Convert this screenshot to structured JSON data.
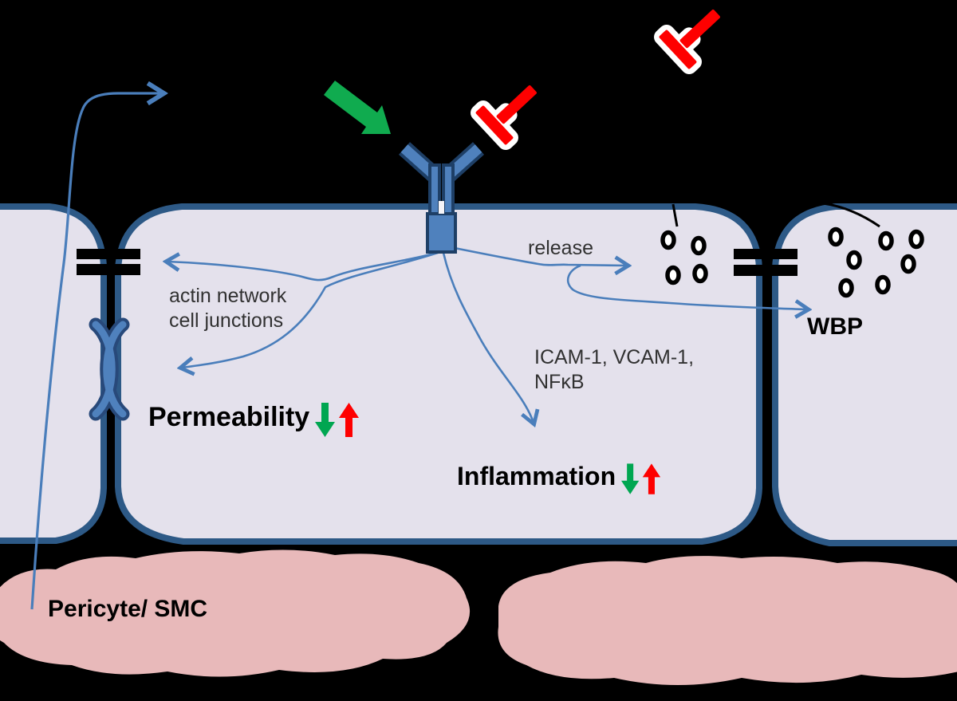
{
  "diagram": {
    "labels": {
      "release": "release",
      "actin_network": "actin network",
      "cell_junctions": "cell junctions",
      "permeability": "Permeability",
      "adhesion_line1": "ICAM-1, VCAM-1,",
      "adhesion_line2": "NFκB",
      "inflammation": "Inflammation",
      "wbp": "WBP",
      "pericyte_smc": "Pericyte/ SMC"
    },
    "indicators": {
      "permeability": [
        "decrease",
        "increase"
      ],
      "inflammation": [
        "decrease",
        "increase"
      ]
    },
    "shapes": {
      "receptor": "membrane-receptor-icon",
      "stimulus": "green-activation-arrow-icon",
      "inhibitors": "red-inhibitor-tbar-icon",
      "inhibitor_count": 2,
      "gap_junctions": "black-bar-junction-icon",
      "adherens_junction": "blue-adherens-junction-icon",
      "granule_groups": {
        "left_count": 4,
        "right_count": 7
      },
      "pericyte_blobs": 2
    },
    "colors": {
      "background": "#000000",
      "cell_fill": "#e4e1ec",
      "membrane": "#2d5986",
      "receptor_blue": "#4f81bd",
      "receptor_outline": "#1e3f66",
      "signal_arrow_blue": "#4a7ebb",
      "decrease_green": "#00a651",
      "stimulus_green": "#10ab4f",
      "increase_red": "#fe0000",
      "inhibitor_red": "#fe0000",
      "pericyte_pink": "#e8b9ba",
      "granule_outline": "#000000",
      "label_gray": "#313131"
    }
  }
}
